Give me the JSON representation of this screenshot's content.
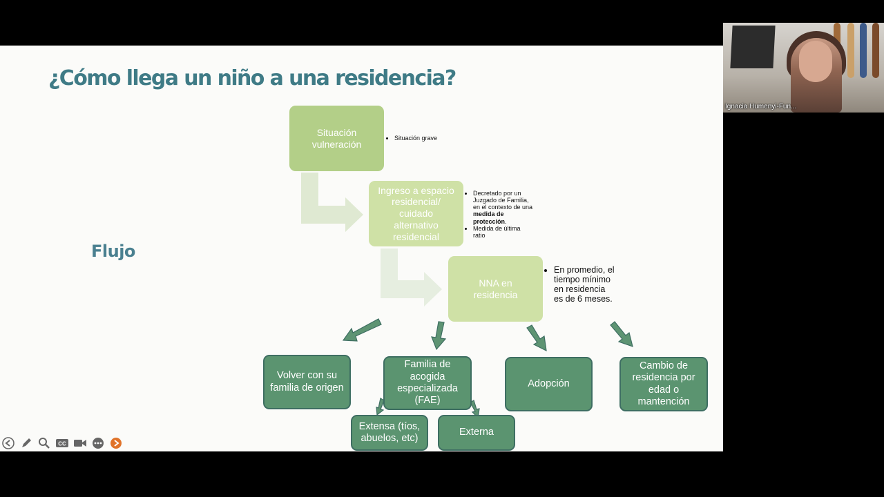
{
  "slide": {
    "title": "¿Cómo llega un niño a una residencia?",
    "side_label": "Flujo",
    "boxes": {
      "situacion": "Situación vulneración",
      "ingreso": "Ingreso a espacio residencial/ cuidado alternativo residencial",
      "nna": "NNA en residencia",
      "volver": "Volver con su familia de origen",
      "fae": "Familia de acogida especializada (FAE)",
      "adopcion": "Adopción",
      "cambio": "Cambio de residencia por edad o mantención",
      "extensa": "Extensa (tíos, abuelos, etc)",
      "externa": "Externa"
    },
    "notes": {
      "situacion": [
        "Situación grave"
      ],
      "ingreso": {
        "item1_pre": "Decretado por un Juzgado de Familia, en el contexto de una ",
        "item1_bold": "medida de protección",
        "item1_post": ".",
        "item2": "Medida de última ratio"
      },
      "nna": [
        "En promedio, el tiempo mínimo en residencia es de 6 meses."
      ]
    },
    "colors": {
      "title": "#3f7b86",
      "light_green": "#b3cf88",
      "dark_green": "#5b9470",
      "arrow_green": "#5e9473"
    }
  },
  "toolbar": {
    "icons": [
      "back-arrow-icon",
      "pen-icon",
      "zoom-icon",
      "closed-captions-icon",
      "camera-icon",
      "more-options-icon",
      "next-arrow-icon"
    ]
  },
  "video": {
    "participant_name": "Ignacia Humenyi-Fun..."
  }
}
